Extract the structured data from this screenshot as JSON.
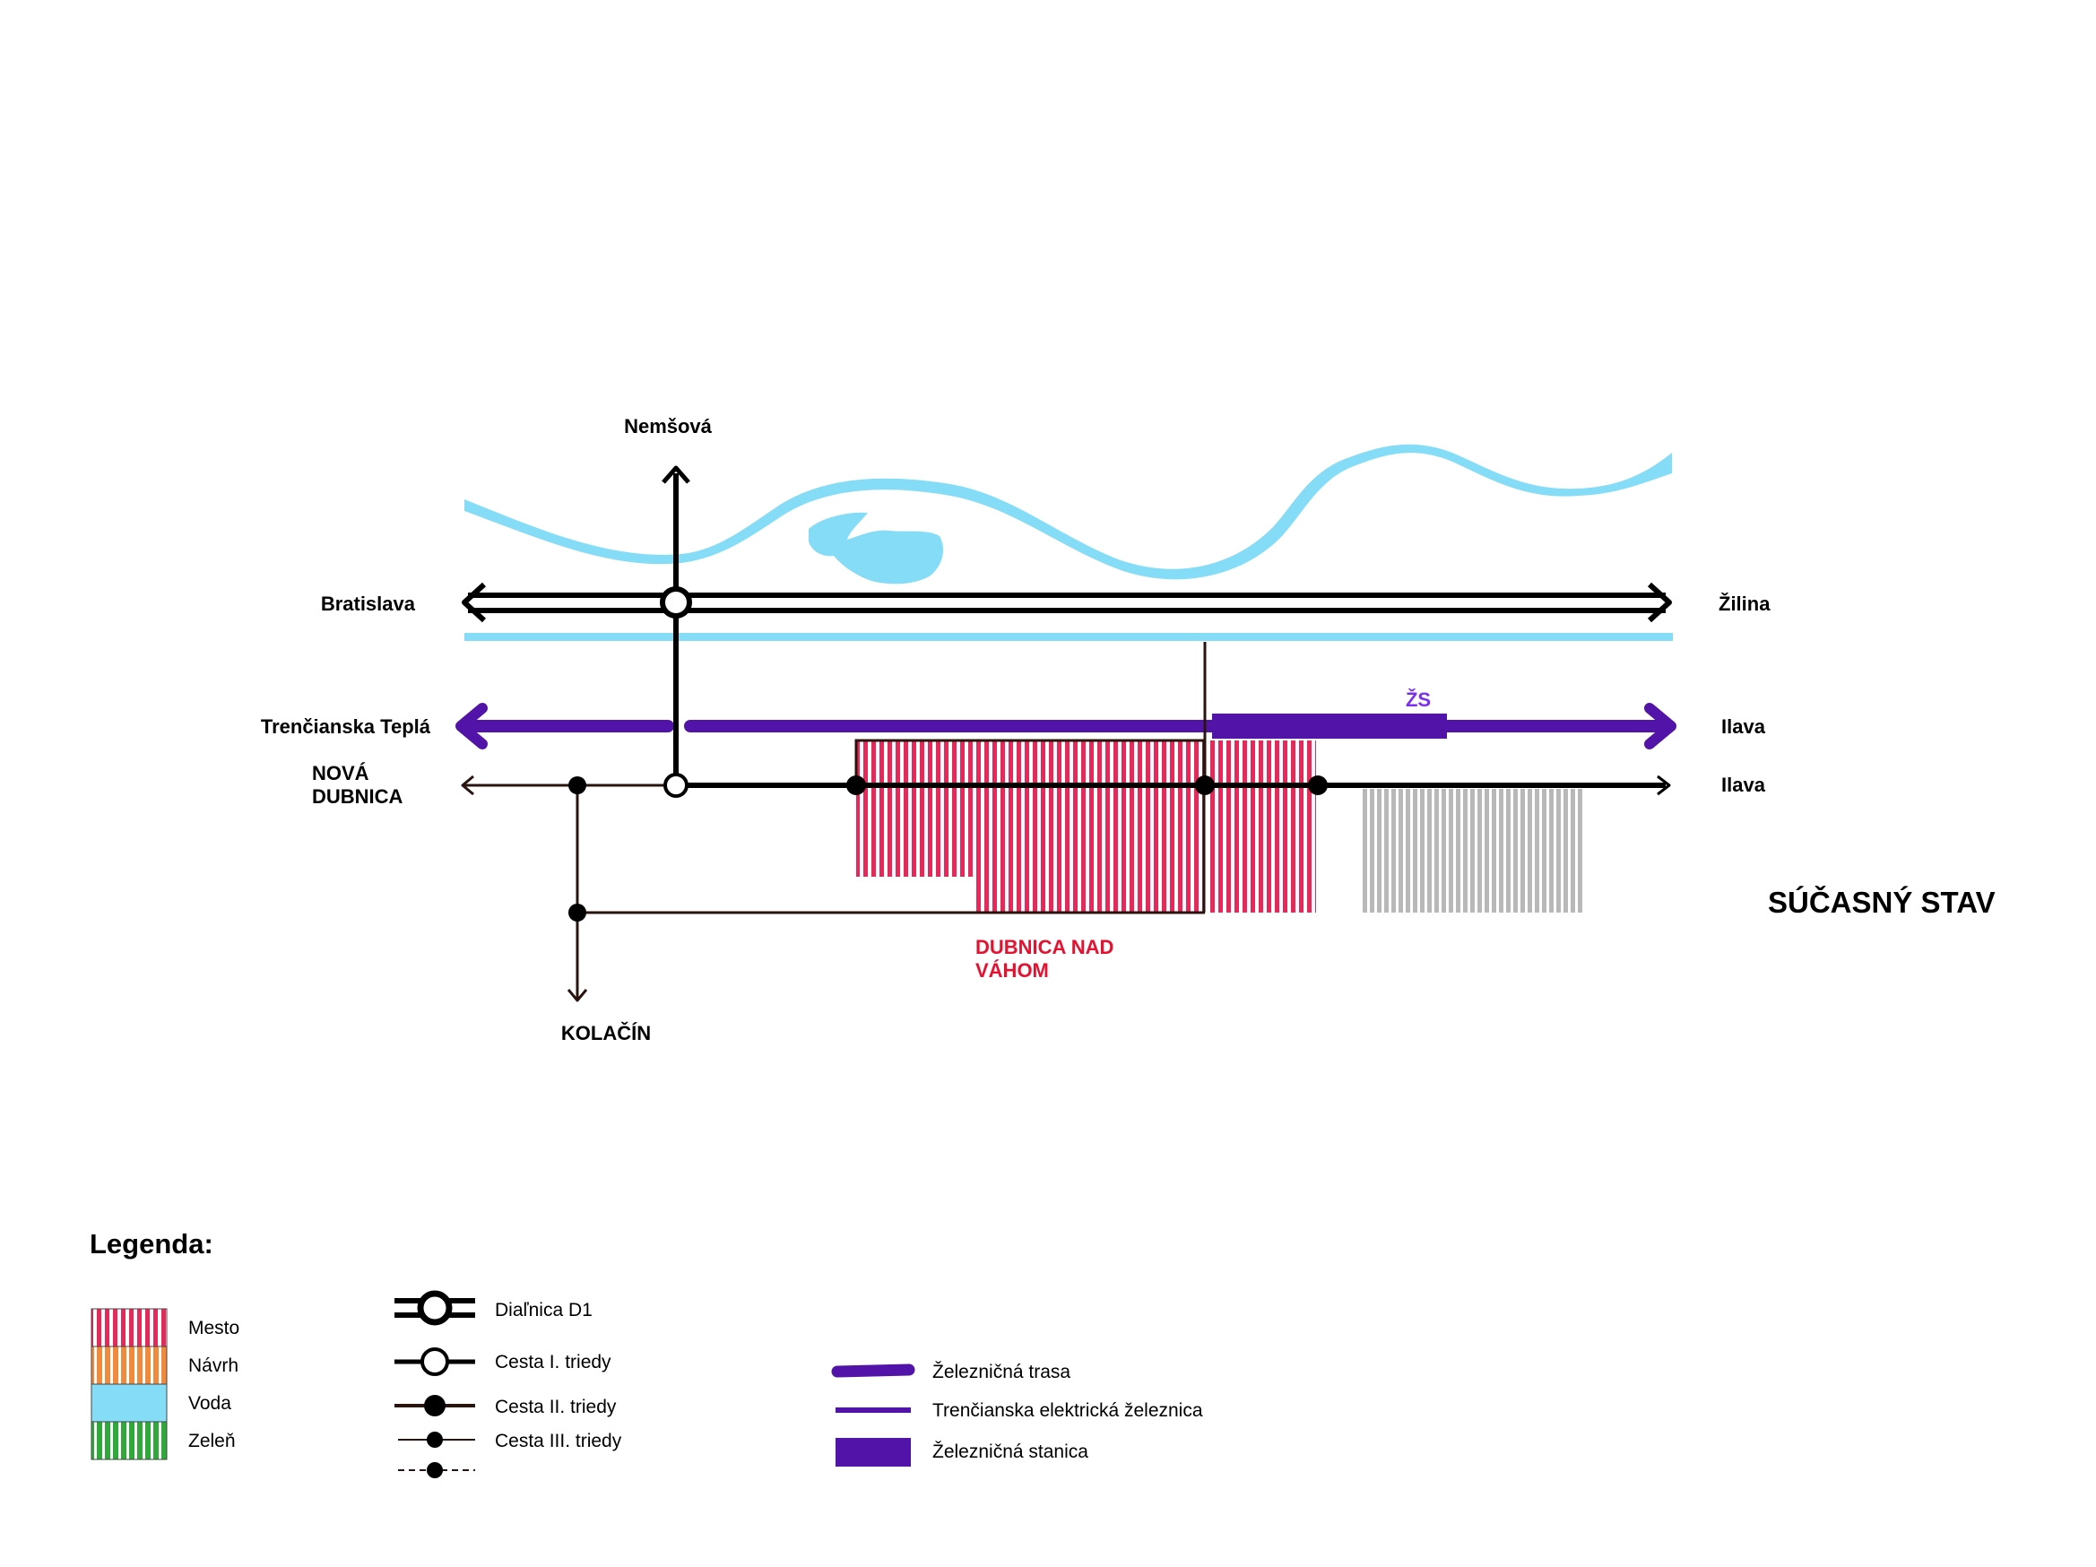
{
  "labels": {
    "nemsova": "Nemšová",
    "bratislava": "Bratislava",
    "zilina": "Žilina",
    "trencianska_tepla": "Trenčianska Teplá",
    "ilava_rail": "Ilava",
    "ilava_road": "Ilava",
    "nova_dubnica_1": "NOVÁ",
    "nova_dubnica_2": "DUBNICA",
    "zs": "ŽS",
    "dubnica_1": "DUBNICA NAD",
    "dubnica_2": "VÁHOM",
    "kolacin": "KOLAČÍN",
    "state": "SÚČASNÝ STAV"
  },
  "legend": {
    "title": "Legenda:",
    "areas": [
      {
        "label": "Mesto",
        "color": "#e8285a"
      },
      {
        "label": "Návrh",
        "color": "#f28a3c"
      },
      {
        "label": "Voda",
        "color": "#85dcf7"
      },
      {
        "label": "Zeleň",
        "color": "#2faa3a"
      }
    ],
    "roads": [
      {
        "label": "Diaľnica D1"
      },
      {
        "label": "Cesta I. triedy"
      },
      {
        "label": "Cesta II. triedy"
      },
      {
        "label": "Cesta III. triedy"
      }
    ],
    "rail": [
      {
        "label": "Železničná trasa"
      },
      {
        "label": "Trenčianska elektrická železnica"
      },
      {
        "label": "Železničná stanica"
      }
    ]
  },
  "colors": {
    "water": "#85dcf7",
    "rail": "#5214a8",
    "city": "#e8285a",
    "industry": "#b8b8b8",
    "road_dark": "#2a1410"
  }
}
